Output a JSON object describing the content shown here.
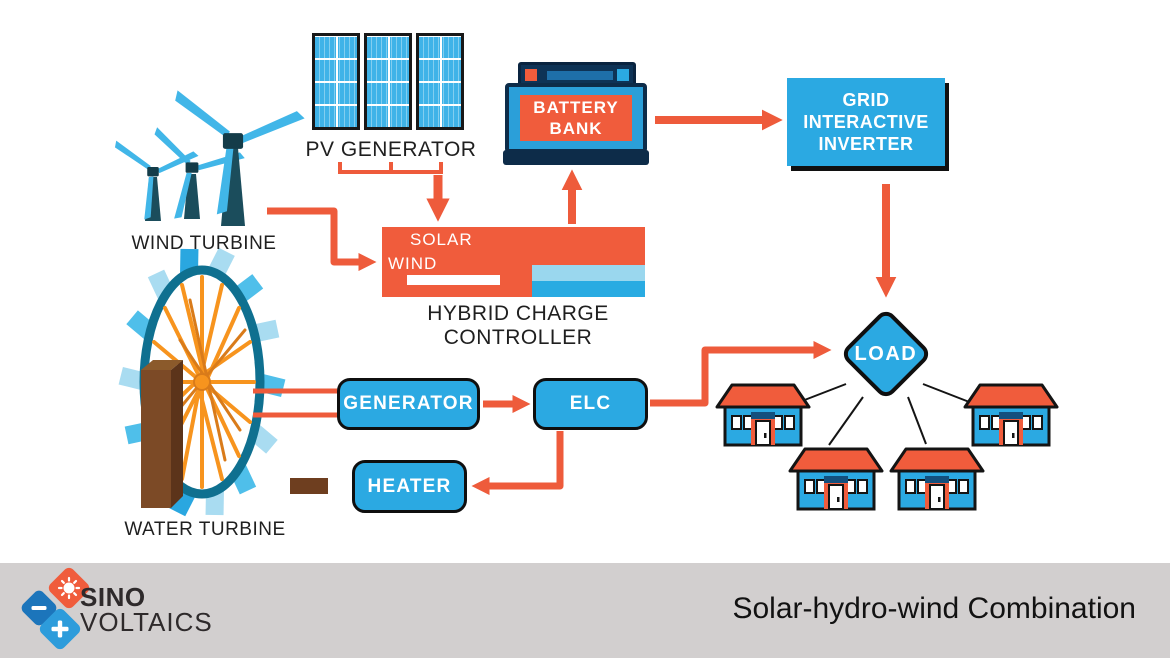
{
  "labels": {
    "pv_generator": "PV GENERATOR",
    "wind_turbine": "WIND TURBINE",
    "hybrid_charge_controller": "HYBRID CHARGE CONTROLLER",
    "water_turbine": "WATER TURBINE"
  },
  "controller": {
    "solar": "SOLAR",
    "wind": "WIND"
  },
  "nodes": {
    "battery_bank": "BATTERY BANK",
    "grid_interactive_inverter": "GRID INTERACTIVE INVERTER",
    "load": "LOAD",
    "generator": "GENERATOR",
    "elc": "ELC",
    "heater": "HEATER"
  },
  "footer": {
    "brand_top": "SINO",
    "brand_bottom": "VOLTAICS",
    "title": "Solar-hydro-wind Combination"
  },
  "colors": {
    "accent_orange": "#F05C3C",
    "spoke_orange": "#F7941E",
    "box_blue": "#2BA9E2",
    "panel_blue": "#3FB3E8",
    "dark_navy": "#0D2C49",
    "turbine_teal": "#1B4D5C",
    "wheel_rim_teal": "#0F7090",
    "wood_brown": "#7C4A26",
    "footer_gray": "#D2CFCF"
  }
}
